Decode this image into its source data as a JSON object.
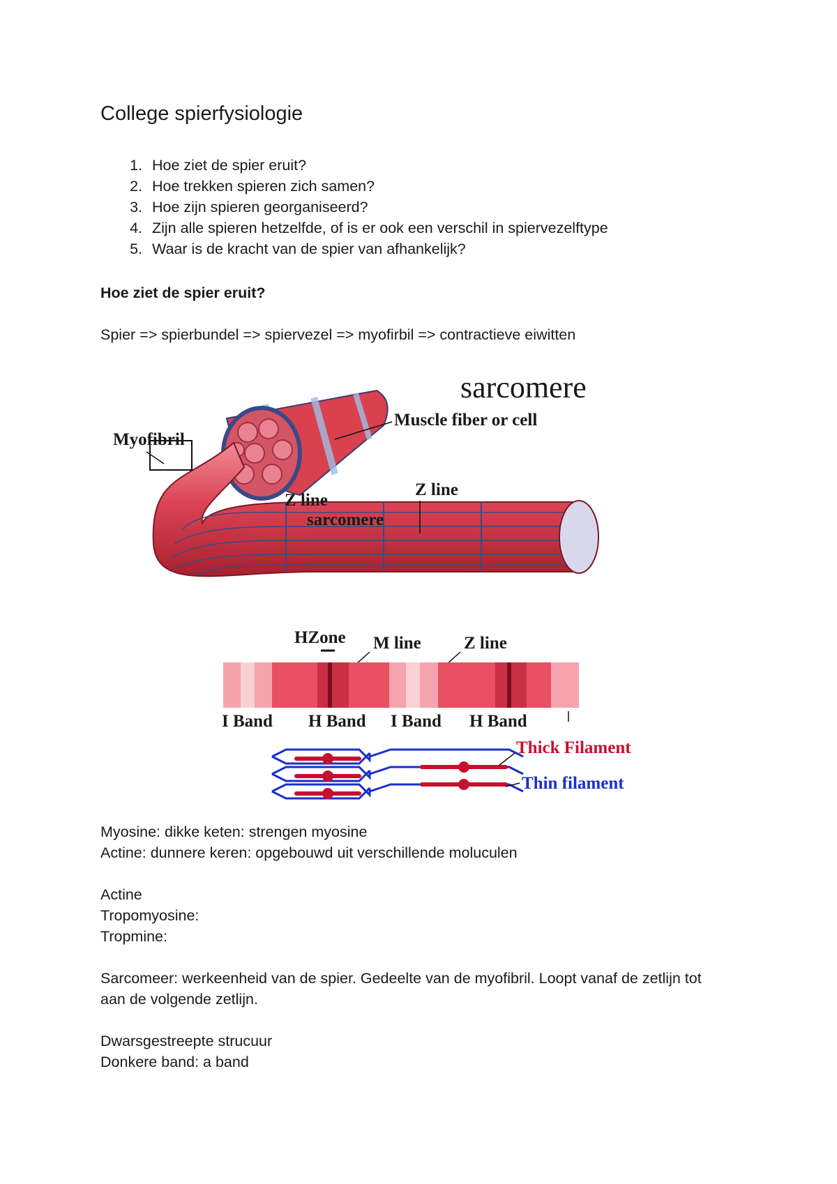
{
  "document": {
    "title": "College spierfysiologie",
    "questions": [
      {
        "num": "1.",
        "text": "Hoe ziet de spier eruit?"
      },
      {
        "num": "2.",
        "text": "Hoe trekken spieren zich samen?"
      },
      {
        "num": "3.",
        "text": "Hoe zijn spieren georganiseerd?"
      },
      {
        "num": "4.",
        "text": "Zijn alle spieren hetzelfde, of is er ook een verschil in spiervezelftype"
      },
      {
        "num": "5.",
        "text": "Waar is de kracht van de spier van afhankelijk?"
      }
    ],
    "section_heading": "Hoe ziet de spier eruit?",
    "hierarchy_line": "Spier => spierbundel => spiervezel => myofirbil => contractieve eiwitten",
    "figure": {
      "title": "sarcomere",
      "label_muscle_fiber": "Muscle fiber or cell",
      "label_myofibril": "Myofibril",
      "label_z_line_1": "Z line",
      "label_sarcomere": "sarcomere",
      "label_z_line_2": "Z line",
      "label_hzone": "HZone",
      "label_m_line": "M line",
      "label_z_line_3": "Z line",
      "band_labels": [
        "I Band",
        "H Band",
        "I Band",
        "H Band"
      ],
      "label_thick": "Thick Filament",
      "label_thin": "Thin filament",
      "colors": {
        "muscle": "#d9414f",
        "thick": "#c8102e",
        "thin": "#1a2fc9"
      }
    },
    "notes": [
      "Myosine: dikke keten: strengen myosine",
      "Actine: dunnere keren: opgebouwd uit verschillende moluculen"
    ],
    "proteins": [
      "Actine",
      "Tropomyosine:",
      "Tropmine:"
    ],
    "sarcomeer_def": "Sarcomeer: werkeenheid van de spier. Gedeelte van de myofibril. Loopt vanaf de zetlijn tot aan de volgende zetlijn.",
    "final_lines": [
      "Dwarsgestreepte strucuur",
      "Donkere band: a band"
    ]
  }
}
